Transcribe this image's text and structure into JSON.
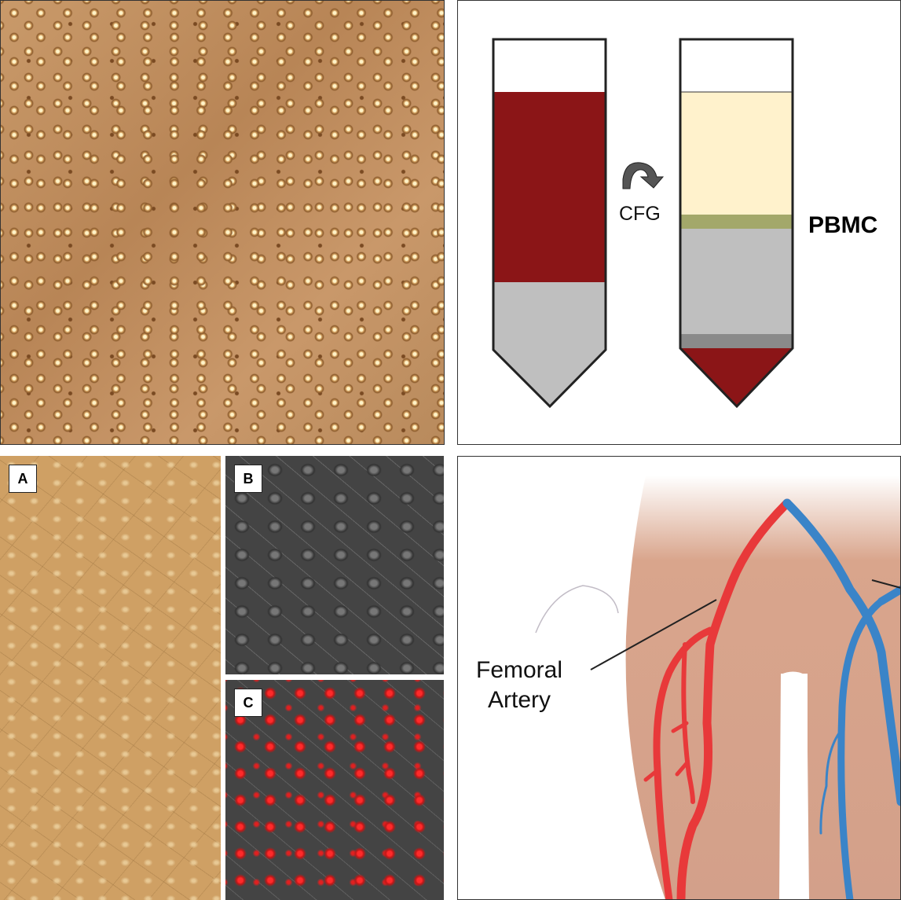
{
  "panels": {
    "top_right": {
      "centrifuge_label": "CFG",
      "layer_label": "PBMC"
    },
    "bottom_left": {
      "labels": [
        "A",
        "B",
        "C"
      ]
    },
    "bottom_right": {
      "artery_label_line1": "Femoral",
      "artery_label_line2": "Artery"
    }
  },
  "colors": {
    "blood": "#8b1517",
    "ficoll": "#bfbfbf",
    "plasma": "#fff2cc",
    "pbmc": "#a3a86a",
    "granulocyte": "#8a8a8a",
    "artery": "#e8393a",
    "vein": "#3a84c8"
  }
}
